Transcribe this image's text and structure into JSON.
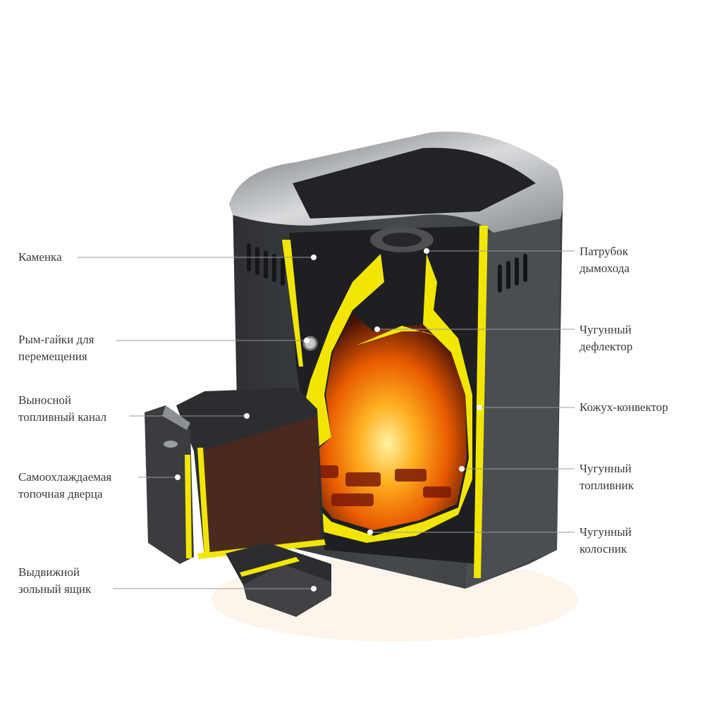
{
  "left_labels": [
    {
      "line1": "Каменка",
      "line2": ""
    },
    {
      "line1": "Рым-гайки для",
      "line2": "перемещения"
    },
    {
      "line1": "Выносной",
      "line2": "топливный канал"
    },
    {
      "line1": "Самоохлаждаемая",
      "line2": "топочная дверца"
    },
    {
      "line1": "Выдвижной",
      "line2": "зольный ящик"
    }
  ],
  "right_labels": [
    {
      "line1": "Патрубок",
      "line2": "дымохода"
    },
    {
      "line1": "Чугунный",
      "line2": "дефлектор"
    },
    {
      "line1": "Кожух-конвектор",
      "line2": ""
    },
    {
      "line1": "Чугунный",
      "line2": "топливник"
    },
    {
      "line1": "Чугунный",
      "line2": "колосник"
    }
  ],
  "colors": {
    "highlight": "#f2e600",
    "body": "#3b3d40",
    "fire": "#ff7a00",
    "leader": "#9a9a9a"
  }
}
